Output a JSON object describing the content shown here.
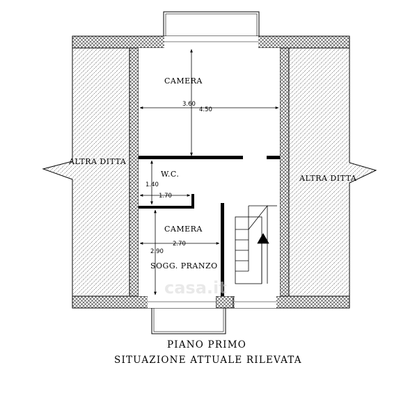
{
  "rooms": {
    "camera_top": "CAMERA",
    "wc": "W.C.",
    "camera_bottom": "CAMERA",
    "sogg_pranzo": "SOGG. PRANZO"
  },
  "neighbors": {
    "left": "ALTRA DITTA",
    "right": "ALTRA DITTA"
  },
  "dimensions": {
    "camera_top_height": "3.60",
    "camera_top_width": "4.50",
    "wc_height": "1.40",
    "wc_width": "1.70",
    "camera_bottom_height": "2.90",
    "camera_bottom_width": "2.70"
  },
  "caption": {
    "line1": "PIANO PRIMO",
    "line2": "SITUAZIONE ATTUALE RILEVATA"
  },
  "watermark": "casa.it"
}
